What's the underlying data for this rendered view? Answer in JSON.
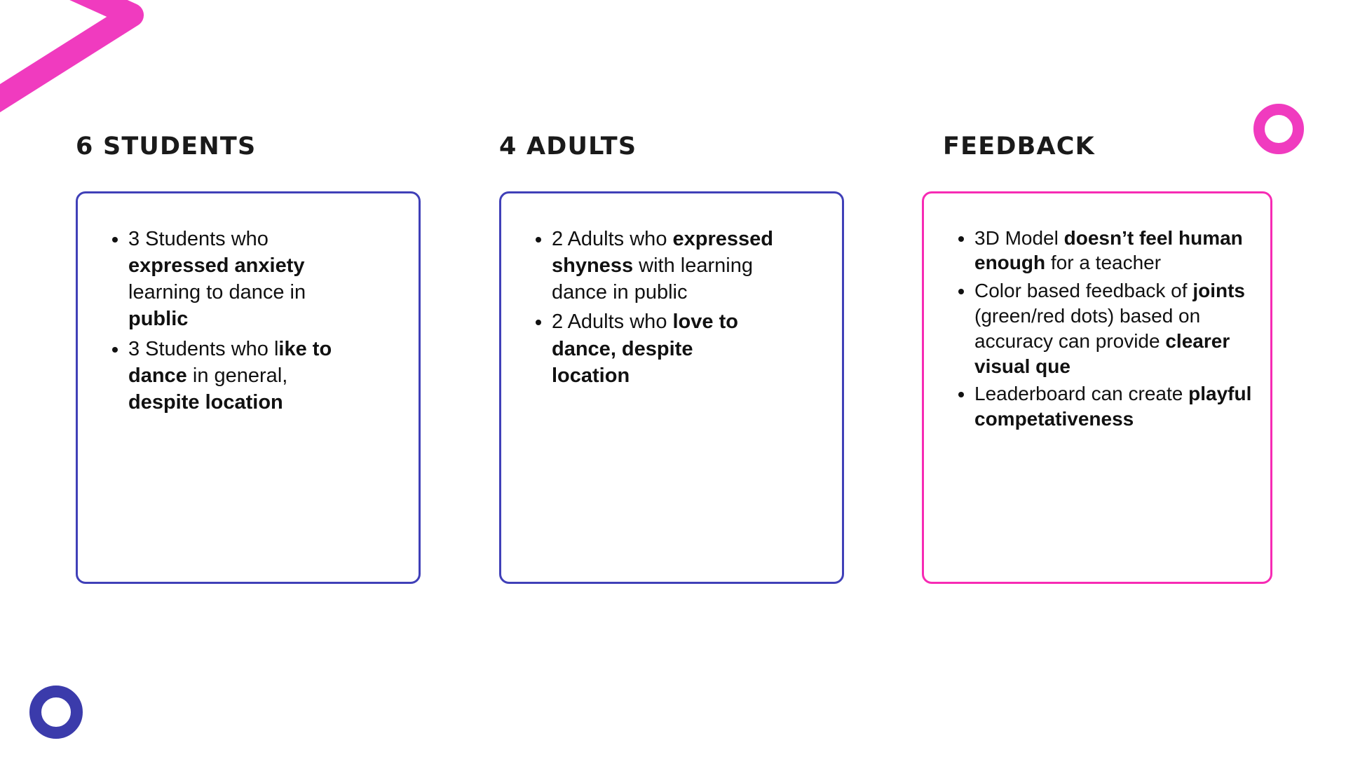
{
  "slide": {
    "background_color": "#ffffff",
    "decor": {
      "triangle": {
        "name": "rounded-triangle-outline",
        "color": "#f03bbf"
      },
      "ring_top_right": {
        "name": "ring-pink",
        "color": "#f03bbf"
      },
      "ring_bottom_left": {
        "name": "ring-blue",
        "color": "#3b3bab"
      }
    }
  },
  "columns": [
    {
      "id": "students",
      "title": "6 STUDENTS",
      "border_color": "#4040b8",
      "bullets": [
        [
          {
            "text": "3 Students who ",
            "bold": false
          },
          {
            "text": "expressed anxiety",
            "bold": true
          },
          {
            "text": " learning to dance in ",
            "bold": false
          },
          {
            "text": "public",
            "bold": true
          }
        ],
        [
          {
            "text": "3 Students who l",
            "bold": false
          },
          {
            "text": "ike to dance",
            "bold": true
          },
          {
            "text": " in general, ",
            "bold": false
          },
          {
            "text": "despite location",
            "bold": true
          }
        ]
      ]
    },
    {
      "id": "adults",
      "title": "4 ADULTS",
      "border_color": "#4040b8",
      "bullets": [
        [
          {
            "text": "2 Adults who ",
            "bold": false
          },
          {
            "text": "expressed shyness",
            "bold": true
          },
          {
            "text": " with learning dance in public",
            "bold": false
          }
        ],
        [
          {
            "text": "2 Adults who ",
            "bold": false
          },
          {
            "text": "love to dance, despite location",
            "bold": true
          }
        ]
      ]
    },
    {
      "id": "feedback",
      "title": "FEEDBACK",
      "border_color": "#f72bb4",
      "bullets": [
        [
          {
            "text": "3D Model ",
            "bold": false
          },
          {
            "text": "doesn’t feel human enough",
            "bold": true
          },
          {
            "text": " for a teacher",
            "bold": false
          }
        ],
        [
          {
            "text": "Color based feedback of ",
            "bold": false
          },
          {
            "text": "joints",
            "bold": true
          },
          {
            "text": " (green/red dots) based on accuracy can provide ",
            "bold": false
          },
          {
            "text": "clearer visual que",
            "bold": true
          }
        ],
        [
          {
            "text": "Leaderboard can create ",
            "bold": false
          },
          {
            "text": "playful competativeness",
            "bold": true
          }
        ]
      ]
    }
  ]
}
